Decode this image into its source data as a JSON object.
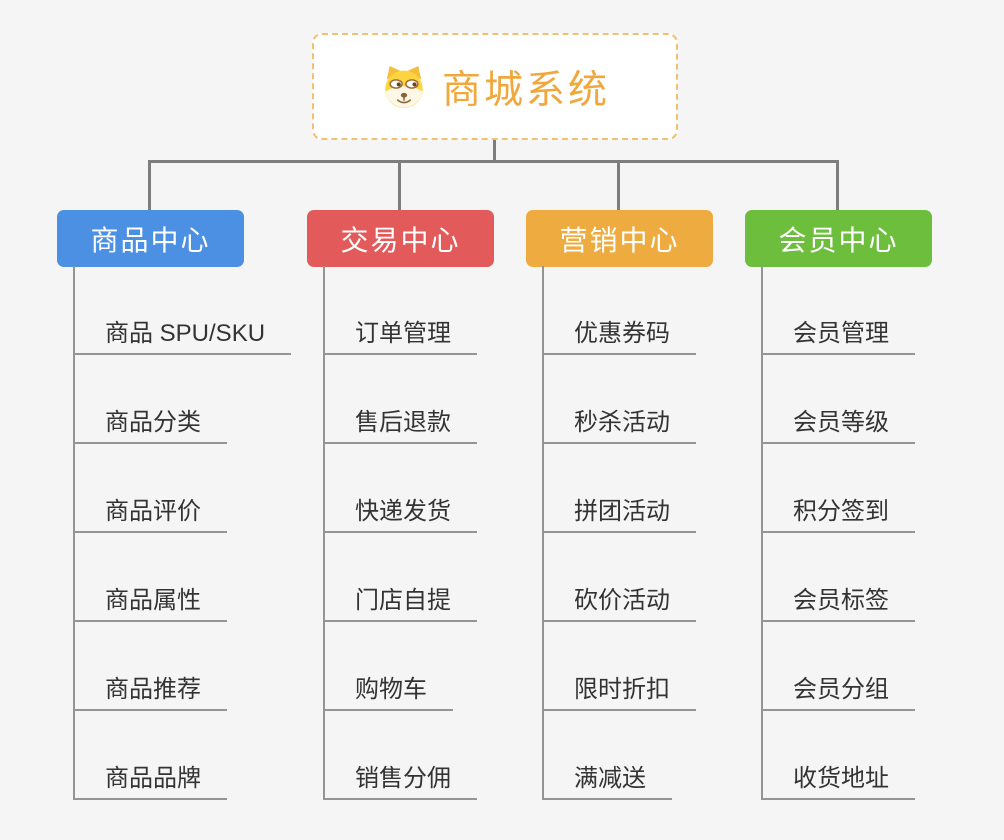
{
  "root": {
    "title": "商城系统",
    "icon": "doge-icon"
  },
  "branches": [
    {
      "label": "商品中心",
      "color": "#4b90e2",
      "children": [
        "商品 SPU/SKU",
        "商品分类",
        "商品评价",
        "商品属性",
        "商品推荐",
        "商品品牌"
      ]
    },
    {
      "label": "交易中心",
      "color": "#e25a5a",
      "children": [
        "订单管理",
        "售后退款",
        "快递发货",
        "门店自提",
        "购物车",
        "销售分佣"
      ]
    },
    {
      "label": "营销中心",
      "color": "#eeac40",
      "children": [
        "优惠券码",
        "秒杀活动",
        "拼团活动",
        "砍价活动",
        "限时折扣",
        "满减送"
      ]
    },
    {
      "label": "会员中心",
      "color": "#6ebe3e",
      "children": [
        "会员管理",
        "会员等级",
        "积分签到",
        "会员标签",
        "会员分组",
        "收货地址"
      ]
    }
  ],
  "colors": {
    "connector": "#7d7d7d",
    "underline": "#949494",
    "item_text": "#333333",
    "root_text": "#f0a83c",
    "root_border": "#f1c170",
    "background": "#f5f5f6"
  }
}
